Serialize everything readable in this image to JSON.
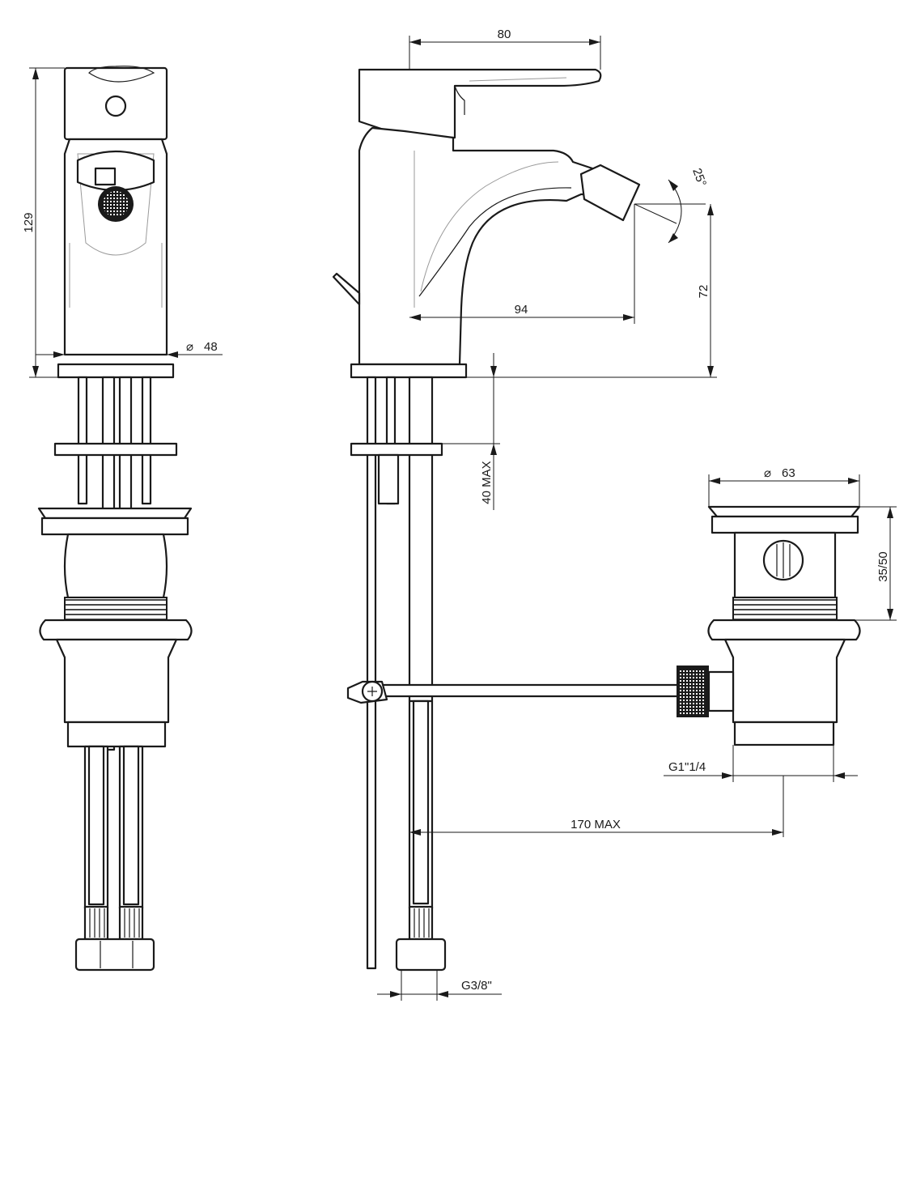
{
  "dimensions": {
    "spout_reach_top": "80",
    "body_height": "129",
    "base_diameter": "48",
    "spout_angle": "25°",
    "spout_height": "72",
    "spout_reach": "94",
    "deck_thickness": "40 MAX",
    "waste_diameter": "63",
    "waste_height": "35/50",
    "waste_thread": "G1\"1/4",
    "rod_distance": "170 MAX",
    "hose_thread": "G3/8\""
  },
  "symbols": {
    "diameter": "⌀"
  }
}
